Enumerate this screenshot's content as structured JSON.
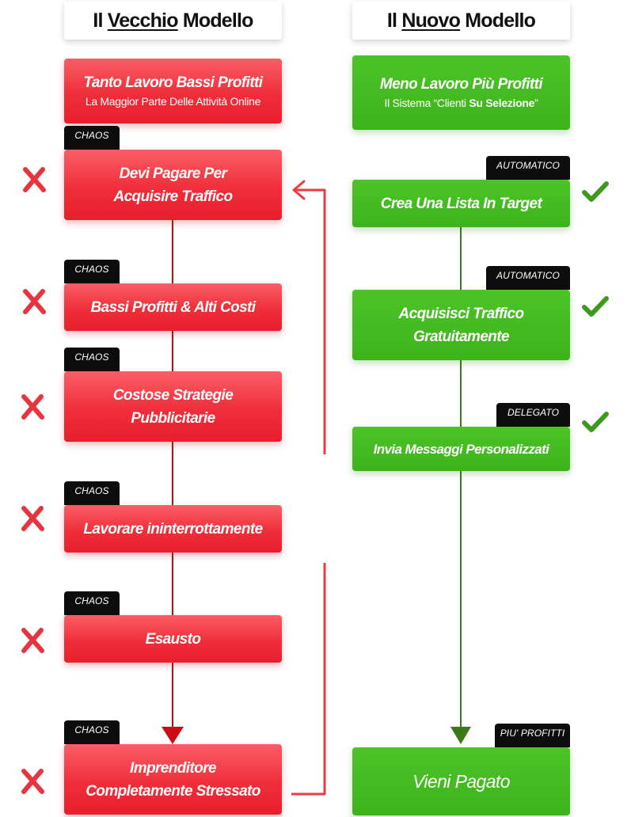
{
  "headers": {
    "old": {
      "prefix": "Il ",
      "emph": "Vecchio",
      "suffix": " Modello"
    },
    "new": {
      "prefix": "Il ",
      "emph": "Nuovo",
      "suffix": " Modello"
    }
  },
  "old_model": {
    "top": {
      "title": "Tanto Lavoro Bassi Profitti",
      "subtitle": "La Maggior Parte Delle Attività Online"
    },
    "steps": [
      {
        "tag": "CHAOS",
        "line1": "Devi Pagare Per",
        "line2": "Acquisire Traffico"
      },
      {
        "tag": "CHAOS",
        "line1": "Bassi Profitti & Alti Costi",
        "line2": ""
      },
      {
        "tag": "CHAOS",
        "line1": "Costose Strategie",
        "line2": "Pubblicitarie"
      },
      {
        "tag": "CHAOS",
        "line1": "Lavorare ininterrottamente",
        "line2": ""
      },
      {
        "tag": "CHAOS",
        "line1": "Esausto",
        "line2": ""
      },
      {
        "tag": "CHAOS",
        "line1": "Imprenditore",
        "line2": "Completamente Stressato"
      }
    ]
  },
  "new_model": {
    "top": {
      "title": "Meno Lavoro Più Profitti",
      "subtitle_prefix": "Il Sistema “Clienti ",
      "subtitle_bold": "Su Selezione",
      "subtitle_suffix": "”"
    },
    "steps": [
      {
        "tag": "AUTOMATICO",
        "line1": "Crea Una Lista In Target",
        "line2": ""
      },
      {
        "tag": "AUTOMATICO",
        "line1": "Acquisisci Traffico",
        "line2": "Gratuitamente"
      },
      {
        "tag": "DELEGATO",
        "line1": "Invia Messaggi Personalizzati",
        "line2": ""
      }
    ],
    "final": {
      "tag": "PIU' PROFITTI",
      "label": "Vieni Pagato"
    }
  },
  "icons": {
    "old_marker": "x-mark-icon",
    "new_marker": "check-mark-icon"
  },
  "colors": {
    "red": "#ef2e3a",
    "dark_red": "#b80f17",
    "green": "#3db31a",
    "dark_green": "#3a7a1a",
    "tag": "#0d0d0d"
  }
}
